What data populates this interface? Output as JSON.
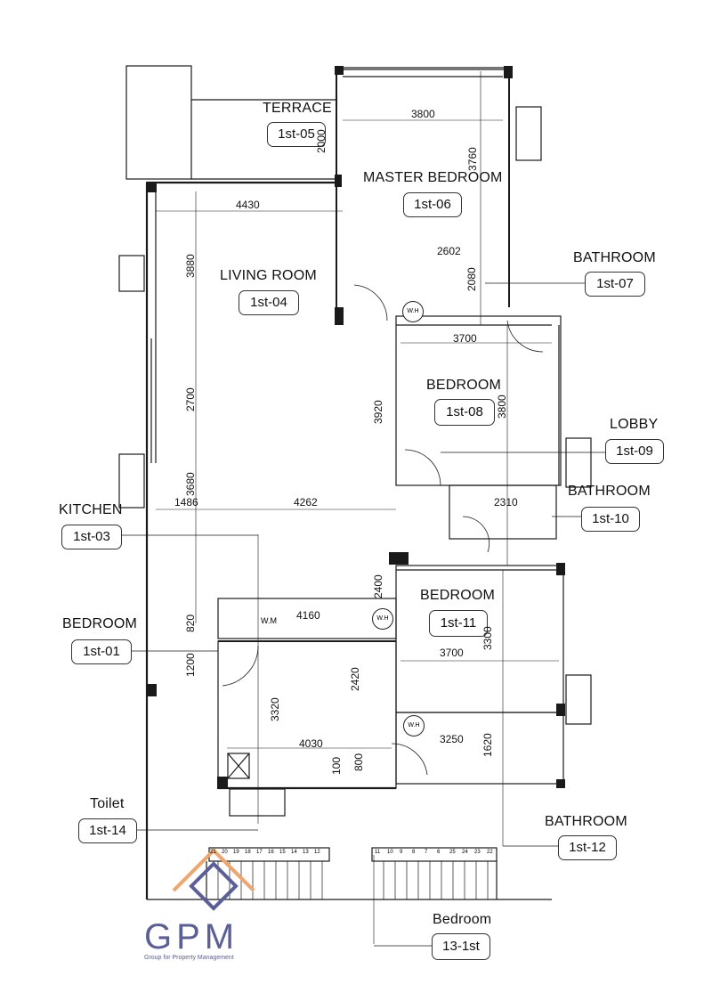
{
  "rooms": {
    "terrace": {
      "name": "TERRACE",
      "code": "1st-05"
    },
    "master_bedroom": {
      "name": "MASTER BEDROOM",
      "code": "1st-06"
    },
    "bathroom_07": {
      "name": "BATHROOM",
      "code": "1st-07"
    },
    "living_room": {
      "name": "LIVING ROOM",
      "code": "1st-04"
    },
    "bedroom_08": {
      "name": "BEDROOM",
      "code": "1st-08"
    },
    "lobby": {
      "name": "LOBBY",
      "code": "1st-09"
    },
    "bathroom_10": {
      "name": "BATHROOM",
      "code": "1st-10"
    },
    "kitchen": {
      "name": "KITCHEN",
      "code": "1st-03"
    },
    "bedroom_11": {
      "name": "BEDROOM",
      "code": "1st-11"
    },
    "bedroom_01": {
      "name": "BEDROOM",
      "code": "1st-01"
    },
    "toilet": {
      "name": "Toilet",
      "code": "1st-14"
    },
    "bathroom_12": {
      "name": "BATHROOM",
      "code": "1st-12"
    },
    "bedroom_13": {
      "name": "Bedroom",
      "code": "13-1st"
    }
  },
  "dimensions": {
    "d3800a": "3800",
    "d2000": "2000",
    "d3760": "3760",
    "d4430": "4430",
    "d3880": "3880",
    "d2602": "2602",
    "d2080": "2080",
    "d3700a": "3700",
    "d3920": "3920",
    "d3800b": "3800",
    "d2700": "2700",
    "d3680": "3680",
    "d1486": "1486",
    "d4262": "4262",
    "d2310": "2310",
    "d2400": "2400",
    "d4160": "4160",
    "d820": "820",
    "d3300": "3300",
    "d3700b": "3700",
    "d1200": "1200",
    "d2420": "2420",
    "d3320": "3320",
    "d4030": "4030",
    "d3250": "3250",
    "d1620": "1620",
    "d100": "100",
    "d800": "800"
  },
  "fixtures": {
    "wh": "W.H",
    "wm": "W.M"
  },
  "stairs_left": [
    "21",
    "20",
    "19",
    "18",
    "17",
    "16",
    "15",
    "14",
    "13",
    "12"
  ],
  "stairs_right": [
    "11",
    "10",
    "9",
    "8",
    "7",
    "6",
    "25",
    "24",
    "23",
    "22"
  ],
  "logo": {
    "name": "GPM",
    "tagline": "Group for Property Management"
  },
  "colors": {
    "logo_orange": "#f2a56b",
    "logo_blue": "#5a5f9a",
    "wall": "#1a1a1a"
  }
}
